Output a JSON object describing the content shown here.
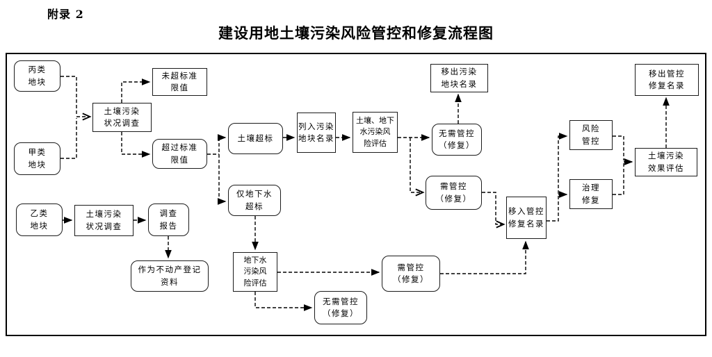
{
  "page": {
    "appendix_label": "附录 2",
    "title": "建设用地土壤污染风险管控和修复流程图"
  },
  "colors": {
    "line": "#000000",
    "border": "#000000",
    "background": "#ffffff",
    "text": "#000000"
  },
  "diagram": {
    "type": "flowchart",
    "line_style": "dashed",
    "nodes": [
      {
        "id": "plot-c",
        "label": "丙类\n地块",
        "shape": "rounded"
      },
      {
        "id": "plot-a",
        "label": "甲类\n地块",
        "shape": "rounded"
      },
      {
        "id": "soil-survey-1",
        "label": "土壤污染\n状况调查",
        "shape": "rect"
      },
      {
        "id": "not-exceed-limit",
        "label": "未超标准\n限值",
        "shape": "rect"
      },
      {
        "id": "exceed-limit",
        "label": "超过标准\n限值",
        "shape": "rounded"
      },
      {
        "id": "plot-b",
        "label": "乙类\n地块",
        "shape": "rounded"
      },
      {
        "id": "soil-survey-2",
        "label": "土壤污染\n状况调查",
        "shape": "rect"
      },
      {
        "id": "survey-report",
        "label": "调查\n报告",
        "shape": "rounded"
      },
      {
        "id": "real-estate-register",
        "label": "作为不动产登记\n资料",
        "shape": "rounded"
      },
      {
        "id": "soil-exceed",
        "label": "土壤超标",
        "shape": "rounded"
      },
      {
        "id": "list-in-polluted",
        "label": "列入污染\n地块名录",
        "shape": "rect"
      },
      {
        "id": "soil-gw-risk-assess",
        "label": "土壤、地下\n水污染风\n险评估",
        "shape": "rect"
      },
      {
        "id": "gw-only-exceed",
        "label": "仅地下水\n超标",
        "shape": "rounded"
      },
      {
        "id": "gw-risk-assess",
        "label": "地下水\n污染风\n险评估",
        "shape": "rect"
      },
      {
        "id": "no-control-needed-1",
        "label": "无需管控\n（修复）",
        "shape": "rounded"
      },
      {
        "id": "control-needed-1",
        "label": "需管控\n（修复）",
        "shape": "rounded"
      },
      {
        "id": "remove-polluted-list",
        "label": "移出污染\n地块名录",
        "shape": "rect"
      },
      {
        "id": "move-in-control-list",
        "label": "移入管控\n修复名录",
        "shape": "rect"
      },
      {
        "id": "risk-control",
        "label": "风险\n管控",
        "shape": "rect"
      },
      {
        "id": "remediation",
        "label": "治理\n修复",
        "shape": "rect"
      },
      {
        "id": "effect-evaluation",
        "label": "土壤污染\n效果评估",
        "shape": "rect"
      },
      {
        "id": "remove-control-list",
        "label": "移出管控\n修复名录",
        "shape": "rect"
      },
      {
        "id": "no-control-needed-2",
        "label": "无需管控\n（修复）",
        "shape": "rounded"
      },
      {
        "id": "control-needed-2",
        "label": "需管控\n（修复）",
        "shape": "rounded"
      }
    ],
    "edges": [
      {
        "from": "plot-c",
        "to": "soil-survey-1",
        "arrow": "open"
      },
      {
        "from": "plot-a",
        "to": "soil-survey-1",
        "arrow": "open"
      },
      {
        "from": "soil-survey-1",
        "to": "not-exceed-limit",
        "arrow": "filled"
      },
      {
        "from": "soil-survey-1",
        "to": "exceed-limit",
        "arrow": "filled"
      },
      {
        "from": "exceed-limit",
        "to": "soil-exceed",
        "arrow": "filled"
      },
      {
        "from": "exceed-limit",
        "to": "gw-only-exceed",
        "arrow": "filled"
      },
      {
        "from": "soil-exceed",
        "to": "list-in-polluted",
        "arrow": "filled"
      },
      {
        "from": "list-in-polluted",
        "to": "soil-gw-risk-assess",
        "arrow": "filled"
      },
      {
        "from": "soil-gw-risk-assess",
        "to": "no-control-needed-1",
        "arrow": "filled"
      },
      {
        "from": "soil-gw-risk-assess",
        "to": "control-needed-1",
        "arrow": "open"
      },
      {
        "from": "no-control-needed-1",
        "to": "remove-polluted-list",
        "arrow": "filled"
      },
      {
        "from": "control-needed-1",
        "to": "move-in-control-list",
        "arrow": "open"
      },
      {
        "from": "move-in-control-list",
        "to": "risk-control",
        "arrow": "filled"
      },
      {
        "from": "move-in-control-list",
        "to": "remediation",
        "arrow": "filled"
      },
      {
        "from": "risk-control",
        "to": "effect-evaluation",
        "arrow": "filled"
      },
      {
        "from": "remediation",
        "to": "effect-evaluation",
        "arrow": "filled"
      },
      {
        "from": "effect-evaluation",
        "to": "remove-control-list",
        "arrow": "filled"
      },
      {
        "from": "gw-only-exceed",
        "to": "gw-risk-assess",
        "arrow": "filled"
      },
      {
        "from": "gw-risk-assess",
        "to": "control-needed-2",
        "arrow": "filled"
      },
      {
        "from": "gw-risk-assess",
        "to": "no-control-needed-2",
        "arrow": "filled"
      },
      {
        "from": "control-needed-2",
        "to": "move-in-control-list",
        "arrow": "filled"
      },
      {
        "from": "plot-b",
        "to": "soil-survey-2",
        "arrow": "filled"
      },
      {
        "from": "soil-survey-2",
        "to": "survey-report",
        "arrow": "filled"
      },
      {
        "from": "survey-report",
        "to": "real-estate-register",
        "arrow": "filled"
      }
    ]
  }
}
